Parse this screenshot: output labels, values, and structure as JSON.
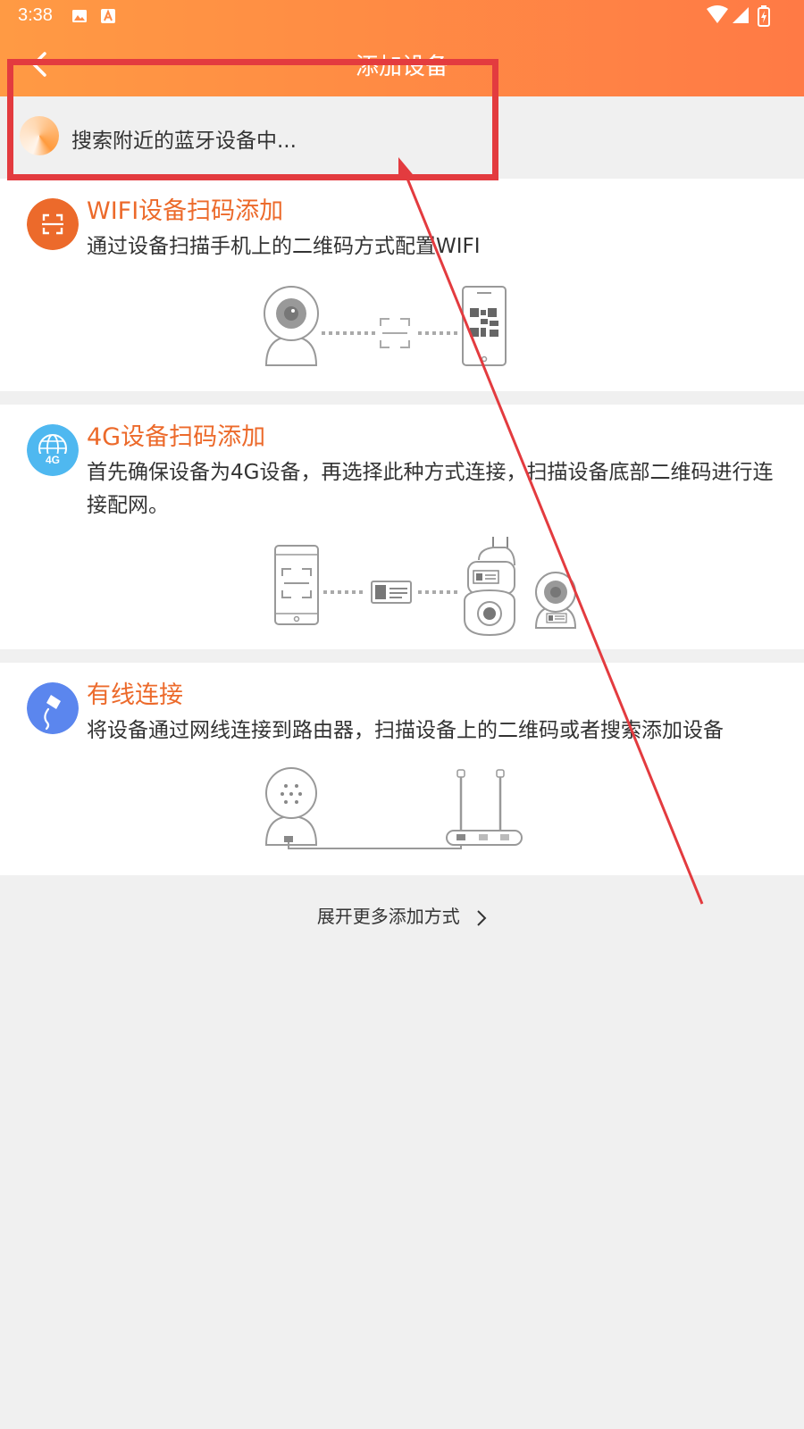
{
  "status_bar": {
    "time": "3:38"
  },
  "navbar": {
    "title": "添加设备"
  },
  "bluetooth": {
    "searching_text": "搜索附近的蓝牙设备中..."
  },
  "cards": [
    {
      "title": "WIFI设备扫码添加",
      "description": "通过设备扫描手机上的二维码方式配置WIFI",
      "icon": "scan-icon"
    },
    {
      "title": "4G设备扫码添加",
      "description": "首先确保设备为4G设备，再选择此种方式连接，扫描设备底部二维码进行连接配网。",
      "icon": "globe-4g-icon"
    },
    {
      "title": "有线连接",
      "description": "将设备通过网线连接到路由器，扫描设备上的二维码或者搜索添加设备",
      "icon": "cable-icon"
    }
  ],
  "more_options": {
    "label": "展开更多添加方式"
  },
  "colors": {
    "accent": "#ec6a2b",
    "header_start": "#ff9a44",
    "header_end": "#ff7a45",
    "annotation": "#e33b3f"
  }
}
